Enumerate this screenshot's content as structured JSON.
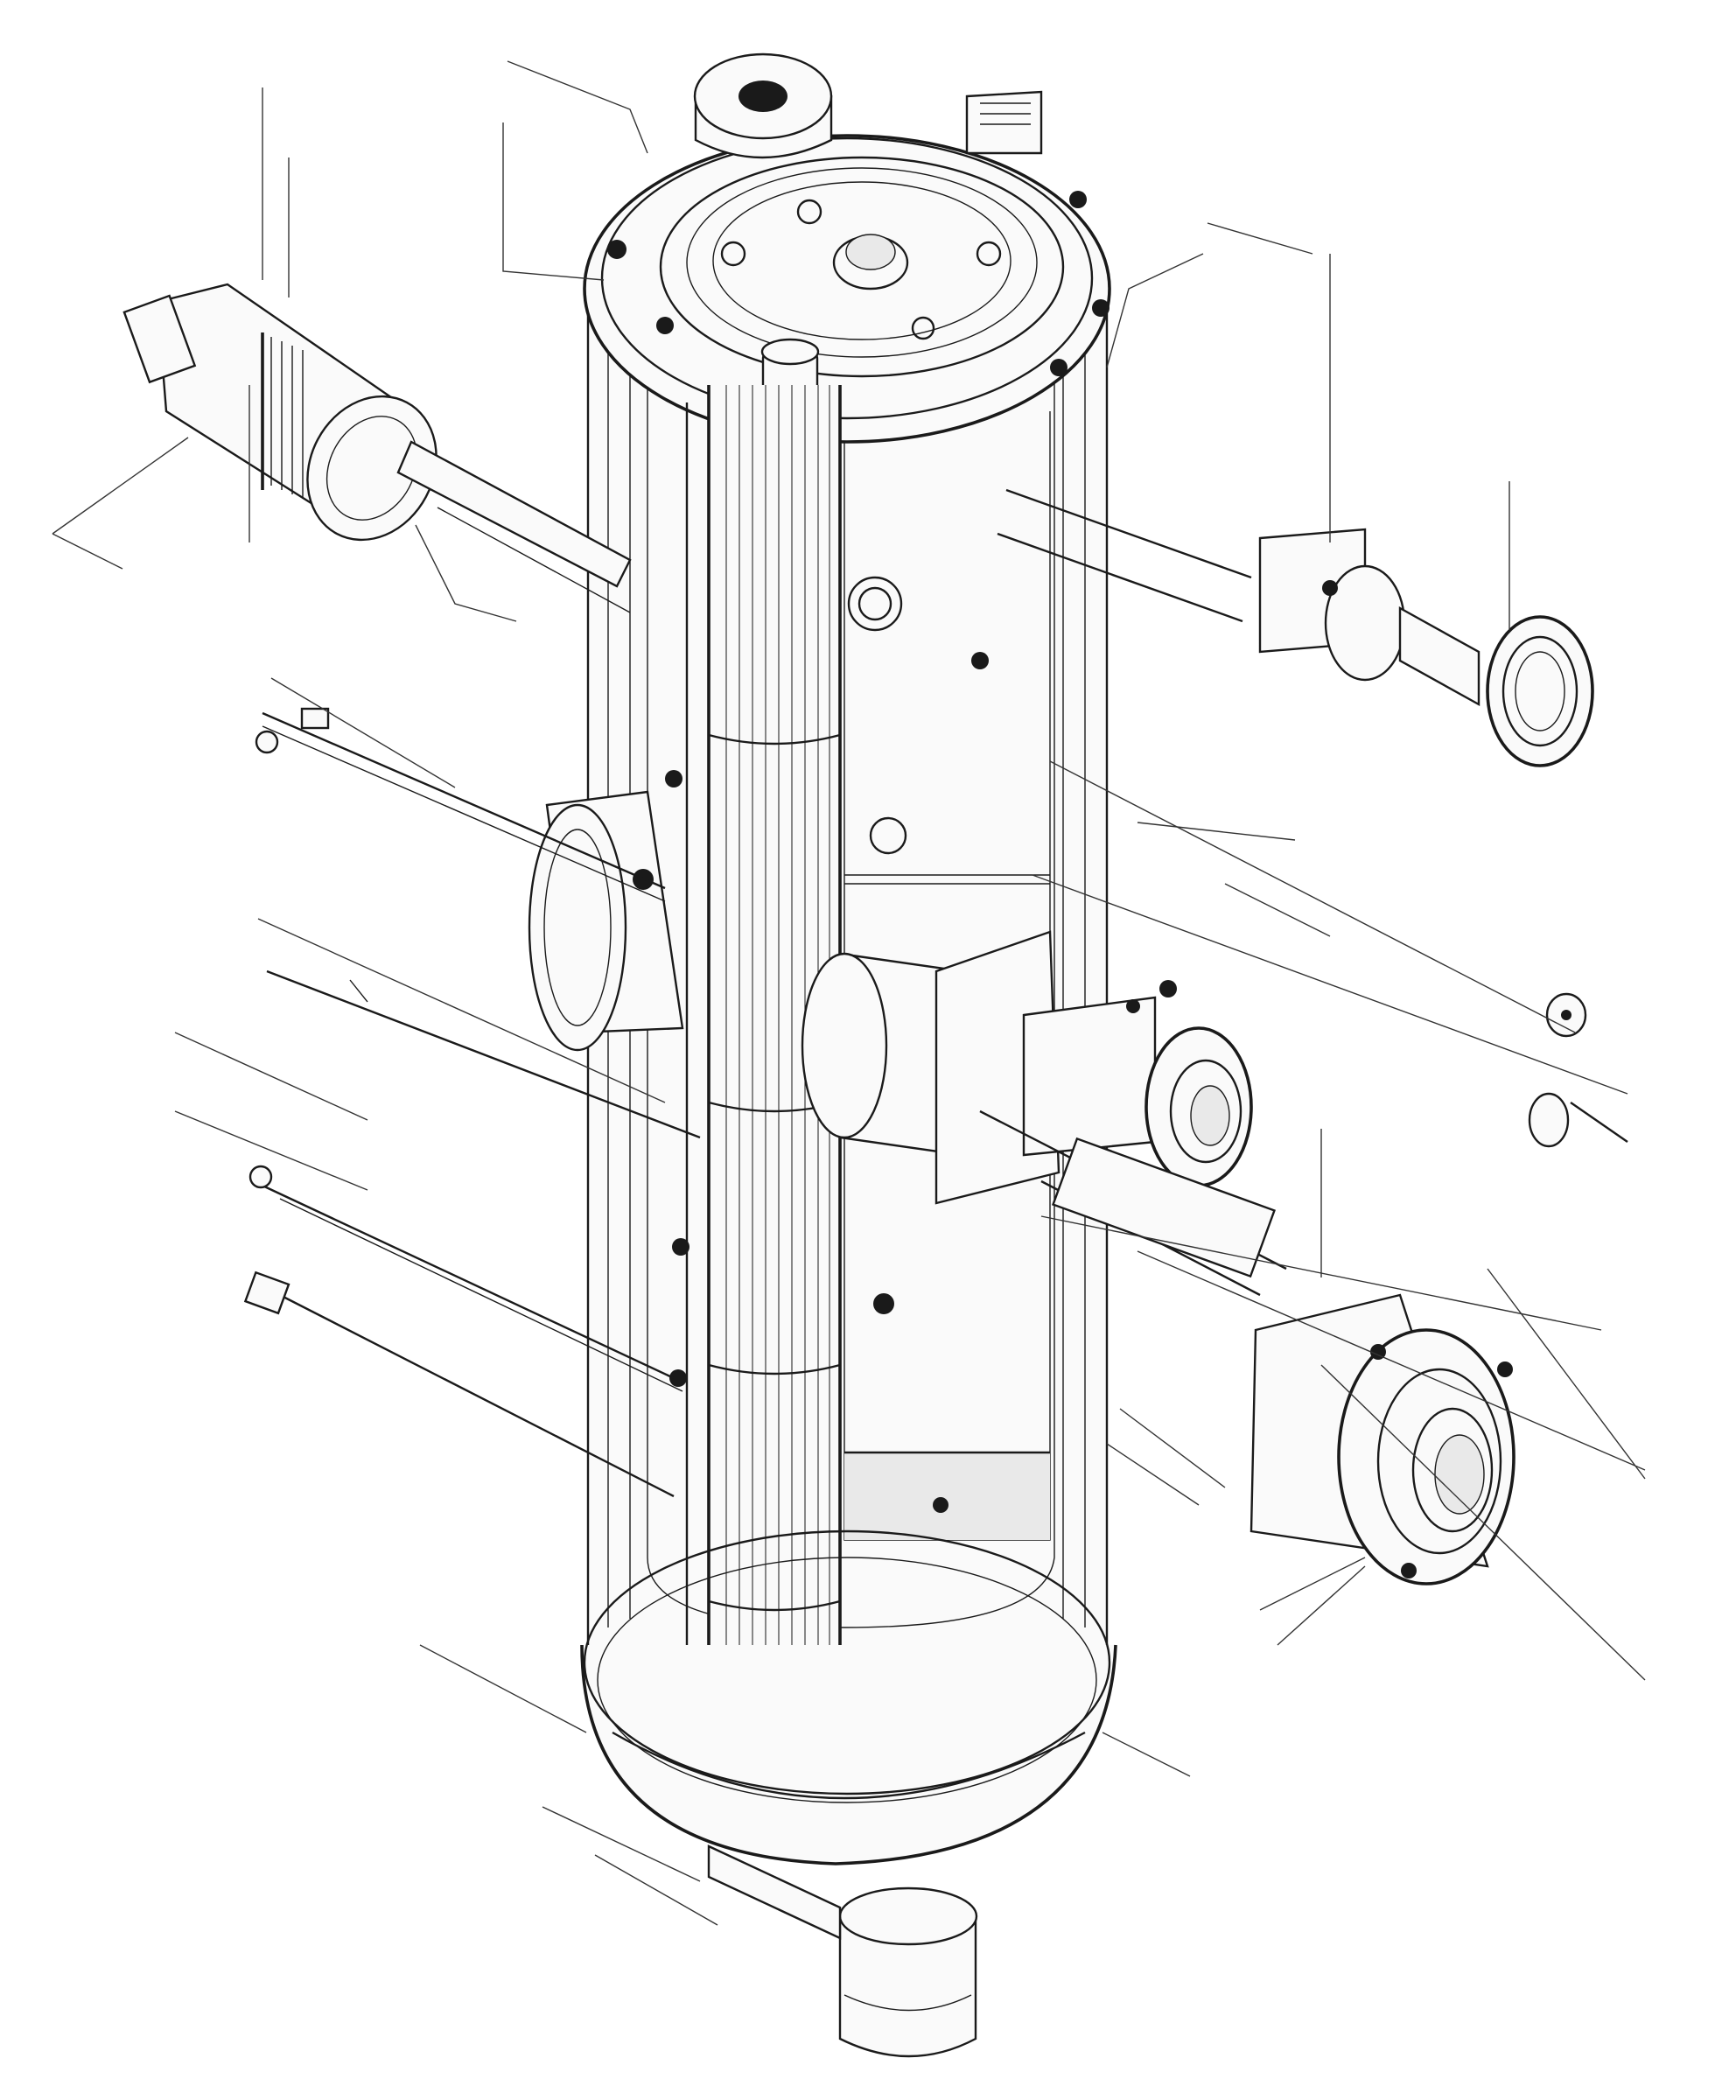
{
  "diagram": {
    "style": "exploded isometric technical line drawing",
    "ink_color": "#1a1a1a",
    "paper_color": "#ffffff",
    "printed_text": [],
    "parts": [
      {
        "name": "main-cylinder-housing",
        "icon": "cylinder-icon"
      },
      {
        "name": "top-end-cap",
        "icon": "circular-flange-icon"
      },
      {
        "name": "top-inlet-port",
        "icon": "port-icon"
      },
      {
        "name": "ribbed-core-column",
        "icon": "ribbed-tube-icon"
      },
      {
        "name": "upper-left-actuator",
        "icon": "actuator-icon"
      },
      {
        "name": "upper-right-fitting",
        "icon": "fitting-icon"
      },
      {
        "name": "middle-side-branch",
        "icon": "branch-pipe-icon"
      },
      {
        "name": "middle-left-sleeve",
        "icon": "sleeve-icon"
      },
      {
        "name": "lower-right-coupling",
        "icon": "coupling-icon"
      },
      {
        "name": "bottom-base-flange",
        "icon": "base-flange-icon"
      },
      {
        "name": "bottom-outlet-pipe",
        "icon": "pipe-icon"
      },
      {
        "name": "left-rod-fasteners",
        "icon": "rod-icon"
      }
    ]
  }
}
